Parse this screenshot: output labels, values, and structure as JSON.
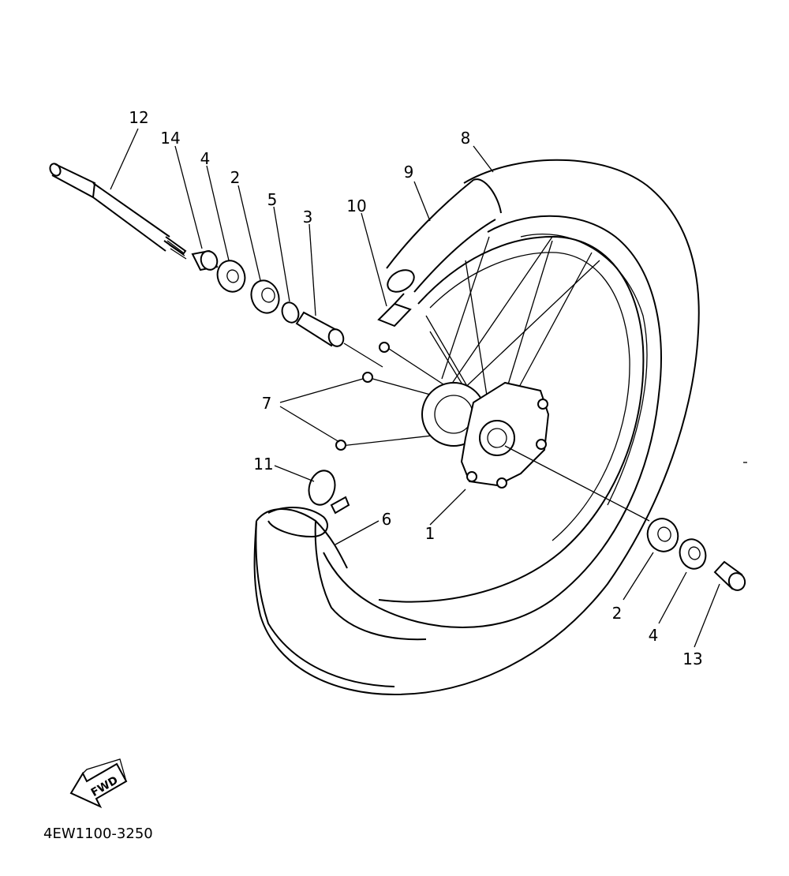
{
  "callouts": {
    "axle": "12",
    "collar_left": "14",
    "oil_seal_left": "4",
    "bearing_left": "2",
    "circlip": "5",
    "spacer": "3",
    "rim_band": "10",
    "tube": "9",
    "tire": "8",
    "spokes": "7",
    "valve_cap": "11",
    "rim": "6",
    "hub": "1",
    "bearing_right": "2",
    "oil_seal_right": "4",
    "collar_right": "13"
  },
  "fwd_label": "FWD",
  "diagram_code": "4EW1100-3250"
}
